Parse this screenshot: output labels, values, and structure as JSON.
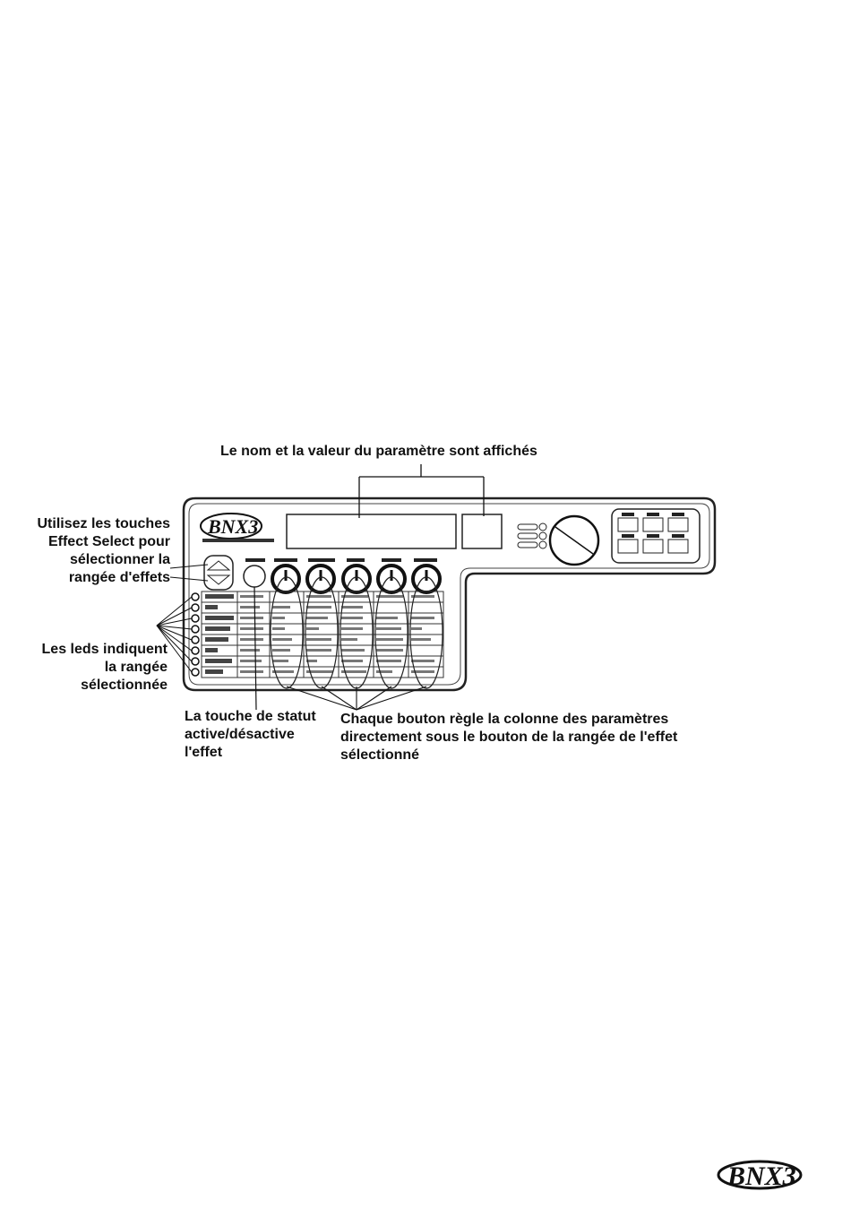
{
  "callouts": {
    "top": "Le nom et la valeur du paramètre sont affichés",
    "select_l1": "Utilisez les touches",
    "select_l2": "Effect Select pour",
    "select_l3": "sélectionner la",
    "select_l4": "rangée d'effets",
    "leds_l1": "Les leds indiquent",
    "leds_l2": "la rangée",
    "leds_l3": "sélectionnée",
    "status_l1": "La touche de statut",
    "status_l2": "active/désactive",
    "status_l3": "l'effet",
    "knob_l1": "Chaque bouton règle la colonne des paramètres",
    "knob_l2": "directement sous le bouton de la rangée de l'effet",
    "knob_l3": "sélectionné"
  },
  "device": {
    "logo": "BNX3",
    "footer_logo": "BNX3"
  },
  "colors": {
    "ink": "#111111",
    "paper": "#ffffff",
    "panel_line": "#222222"
  }
}
